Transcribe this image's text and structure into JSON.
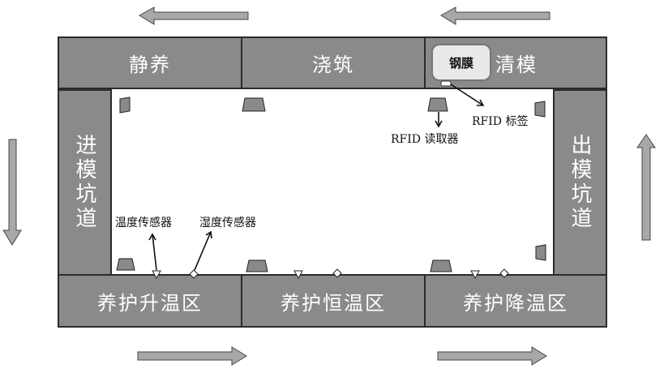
{
  "zones": {
    "top_left": "静养",
    "top_center": "浇筑",
    "top_right": "清模",
    "left": "进模坑道",
    "right": "出模坑道",
    "bottom_left": "养护升温区",
    "bottom_center": "养护恒温区",
    "bottom_right": "养护降温区"
  },
  "labels": {
    "steel_mold": "钢膜",
    "rfid_tag": "RFID 标签",
    "rfid_reader": "RFID 读取器",
    "temp_sensor": "温度传感器",
    "humidity_sensor": "湿度传感器"
  },
  "colors": {
    "zone_fill": "#8a8a8a",
    "outline": "#2b2b2b",
    "arrow_fill": "#a8a8a8"
  }
}
